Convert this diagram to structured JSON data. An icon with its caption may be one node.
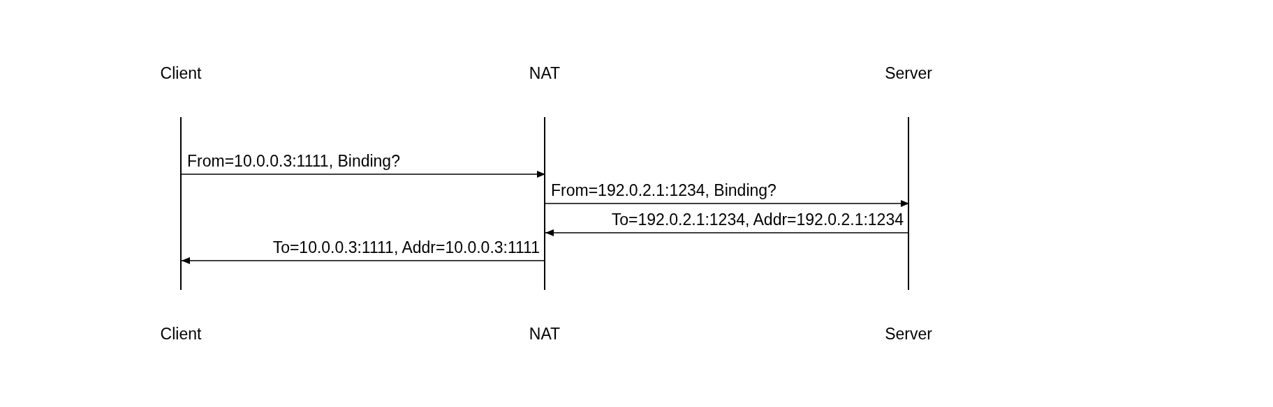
{
  "diagram": {
    "nodes": [
      {
        "text": [
          "Client",
          "Client"
        ]
      },
      {
        "text": [
          "NAT",
          "NAT"
        ]
      },
      {
        "text": [
          "Server",
          "Server"
        ]
      }
    ],
    "edges": [
      {
        "from": 0,
        "to": 1,
        "arrow": "to",
        "label": "From=10.0.0.3:1111, Binding?"
      },
      {
        "from": 1,
        "to": 2,
        "arrow": "to",
        "label": "From=192.0.2.1:1234, Binding?"
      },
      {
        "from": 2,
        "to": 1,
        "arrow": "to",
        "label": "To=192.0.2.1:1234, Addr=192.0.2.1:1234"
      },
      {
        "from": 1,
        "to": 0,
        "arrow": "to",
        "label": "To=10.0.0.3:1111, Addr=10.0.0.3:1111"
      }
    ]
  }
}
